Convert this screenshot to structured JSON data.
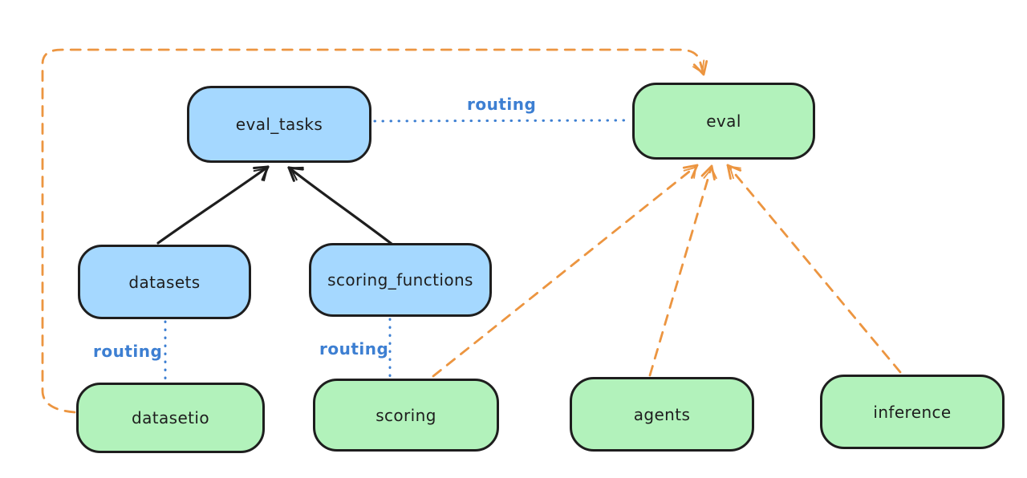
{
  "diagram": {
    "title": "llama-stack eval routing diagram",
    "colors": {
      "background": "#ffffff",
      "blue_node_fill": "#a5d8ff",
      "green_node_fill": "#b2f2bb",
      "node_stroke": "#1e1e1e",
      "routing_blue": "#3d7fd2",
      "orange_dashed": "#ec9540",
      "solid_arrow_black": "#1e1e1e"
    },
    "nodes": [
      {
        "id": "eval_tasks",
        "label": "eval_tasks",
        "kind": "blue"
      },
      {
        "id": "eval",
        "label": "eval",
        "kind": "green"
      },
      {
        "id": "datasets",
        "label": "datasets",
        "kind": "blue"
      },
      {
        "id": "scoring_functions",
        "label": "scoring_functions",
        "kind": "blue"
      },
      {
        "id": "datasetio",
        "label": "datasetio",
        "kind": "green"
      },
      {
        "id": "scoring",
        "label": "scoring",
        "kind": "green"
      },
      {
        "id": "agents",
        "label": "agents",
        "kind": "green"
      },
      {
        "id": "inference",
        "label": "inference",
        "kind": "green"
      }
    ],
    "edge_labels": [
      {
        "text": "routing"
      },
      {
        "text": "routing"
      },
      {
        "text": "routing"
      }
    ],
    "edges": [
      {
        "from": "datasets",
        "to": "eval_tasks",
        "style": "solid",
        "color": "black"
      },
      {
        "from": "scoring_functions",
        "to": "eval_tasks",
        "style": "solid",
        "color": "black"
      },
      {
        "from": "eval_tasks",
        "to": "eval",
        "style": "dotted",
        "color": "blue",
        "label": "routing"
      },
      {
        "from": "datasets",
        "to": "datasetio",
        "style": "dotted",
        "color": "blue",
        "label": "routing"
      },
      {
        "from": "scoring_functions",
        "to": "scoring",
        "style": "dotted",
        "color": "blue",
        "label": "routing"
      },
      {
        "from": "datasetio",
        "to": "eval",
        "style": "dashed",
        "color": "orange"
      },
      {
        "from": "scoring",
        "to": "eval",
        "style": "dashed",
        "color": "orange"
      },
      {
        "from": "agents",
        "to": "eval",
        "style": "dashed",
        "color": "orange"
      },
      {
        "from": "inference",
        "to": "eval",
        "style": "dashed",
        "color": "orange"
      }
    ]
  }
}
